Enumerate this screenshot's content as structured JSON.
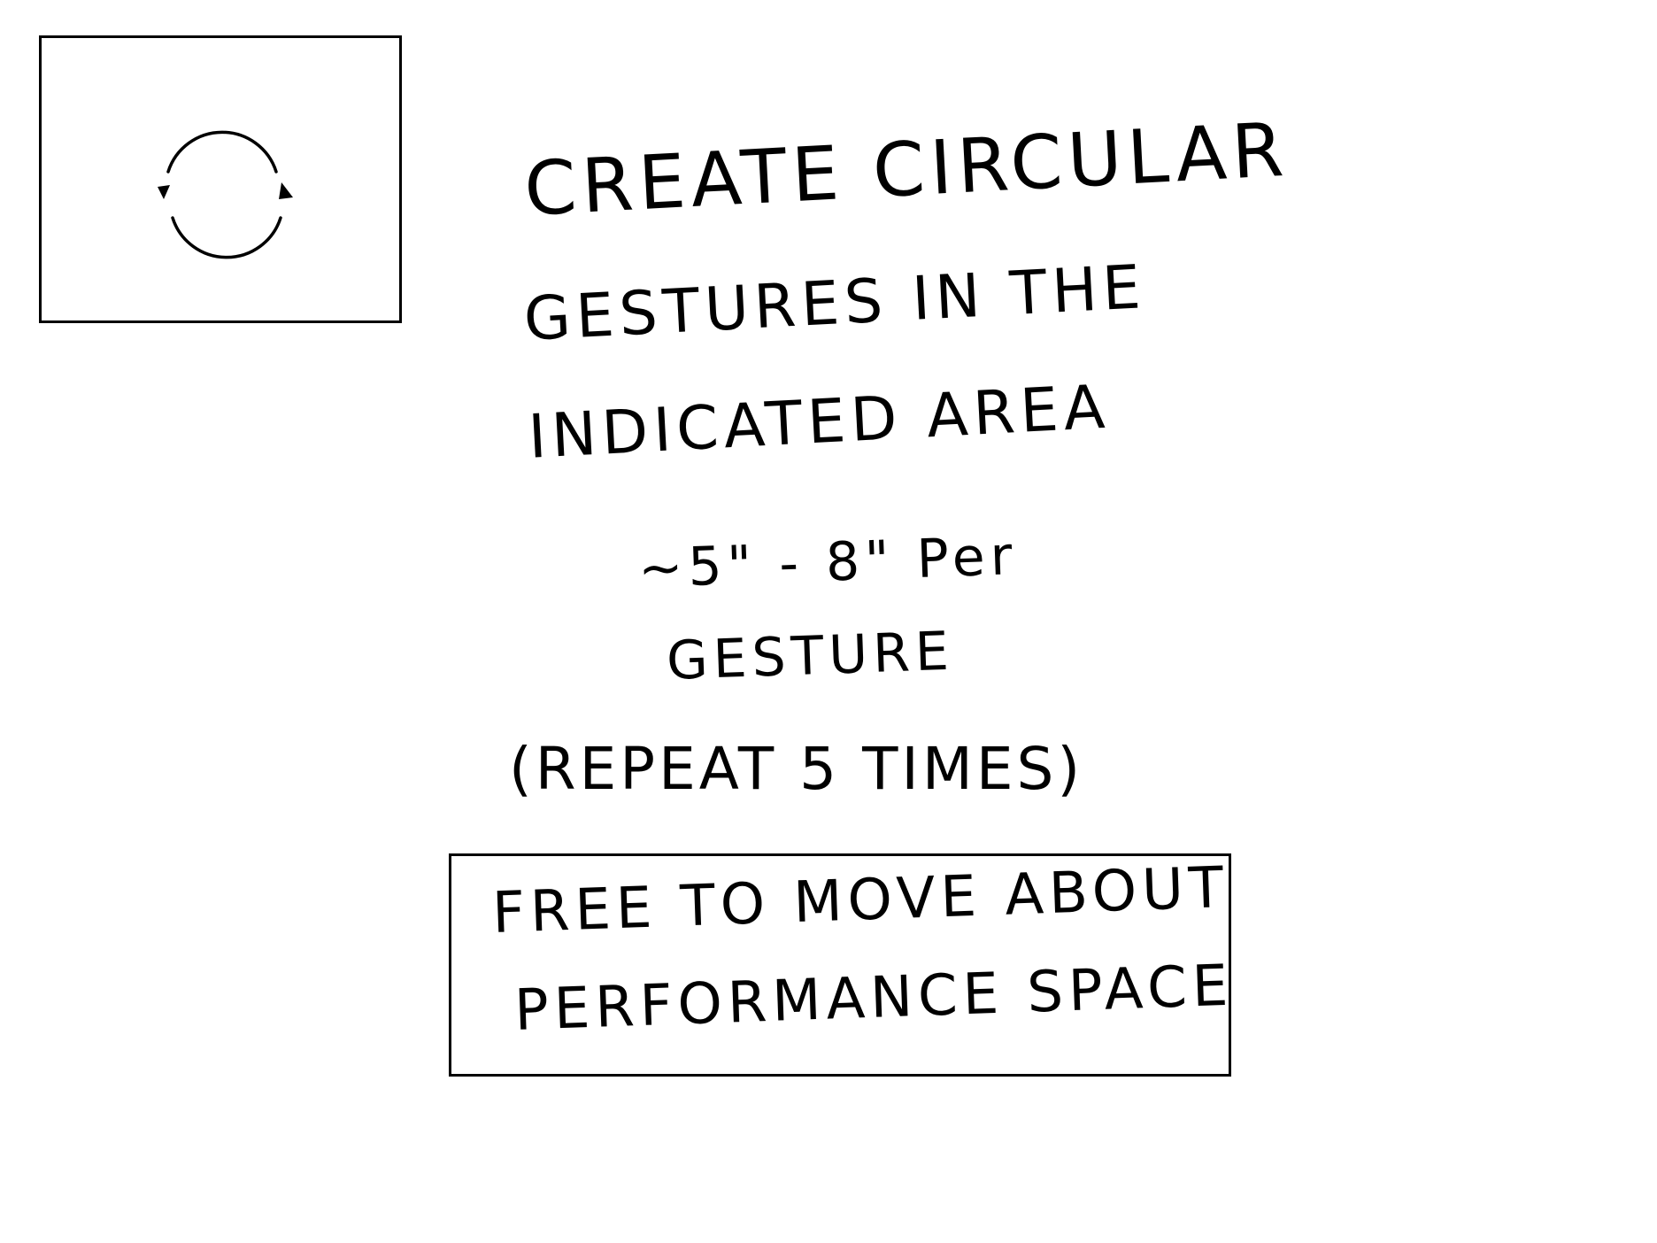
{
  "icon": {
    "name": "circular-arrows-icon"
  },
  "instructions": {
    "line_1": "CREATE CIRCULAR",
    "line_2": "GESTURES IN THE",
    "line_3": "INDICATED AREA",
    "line_4": "~5\" - 8\" Per",
    "line_5": "GESTURE",
    "line_6": "(REPEAT 5 TIMES)"
  },
  "note_box": {
    "line_1": "FREE TO MOVE ABOUT",
    "line_2": "PERFORMANCE SPACE"
  }
}
